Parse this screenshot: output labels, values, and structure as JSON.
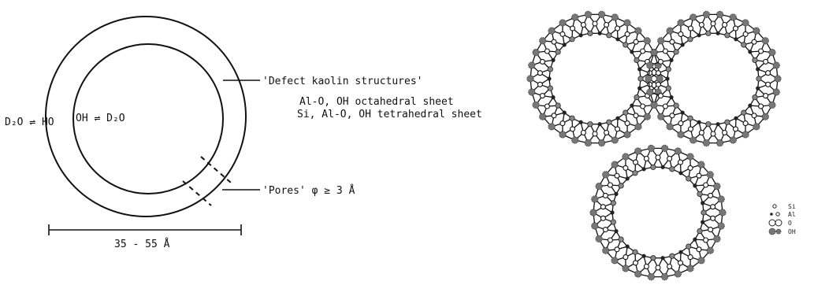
{
  "left_diagram": {
    "label_outer_exchange": "D₂O ⇌ HO",
    "label_inner_exchange": "OH ⇌ D₂O",
    "label_defect": "'Defect kaolin structures'",
    "label_octahedral": "Al-O, OH octahedral sheet",
    "label_tetrahedral": "Si, Al-O, OH tetrahedral sheet",
    "label_pores": "'Pores' φ ≥ 3 Å",
    "label_diameter": "35 - 55 Å"
  },
  "right_diagram": {
    "legend": [
      {
        "symbol": "small-open-circle",
        "label": "Si"
      },
      {
        "symbol": "dot-and-circle",
        "label": "Al"
      },
      {
        "symbol": "double-circle",
        "label": "O"
      },
      {
        "symbol": "dotted-pair",
        "label": "OH"
      }
    ]
  },
  "colors": {
    "ink": "#111111",
    "stipple": "#555555",
    "background": "#ffffff"
  }
}
